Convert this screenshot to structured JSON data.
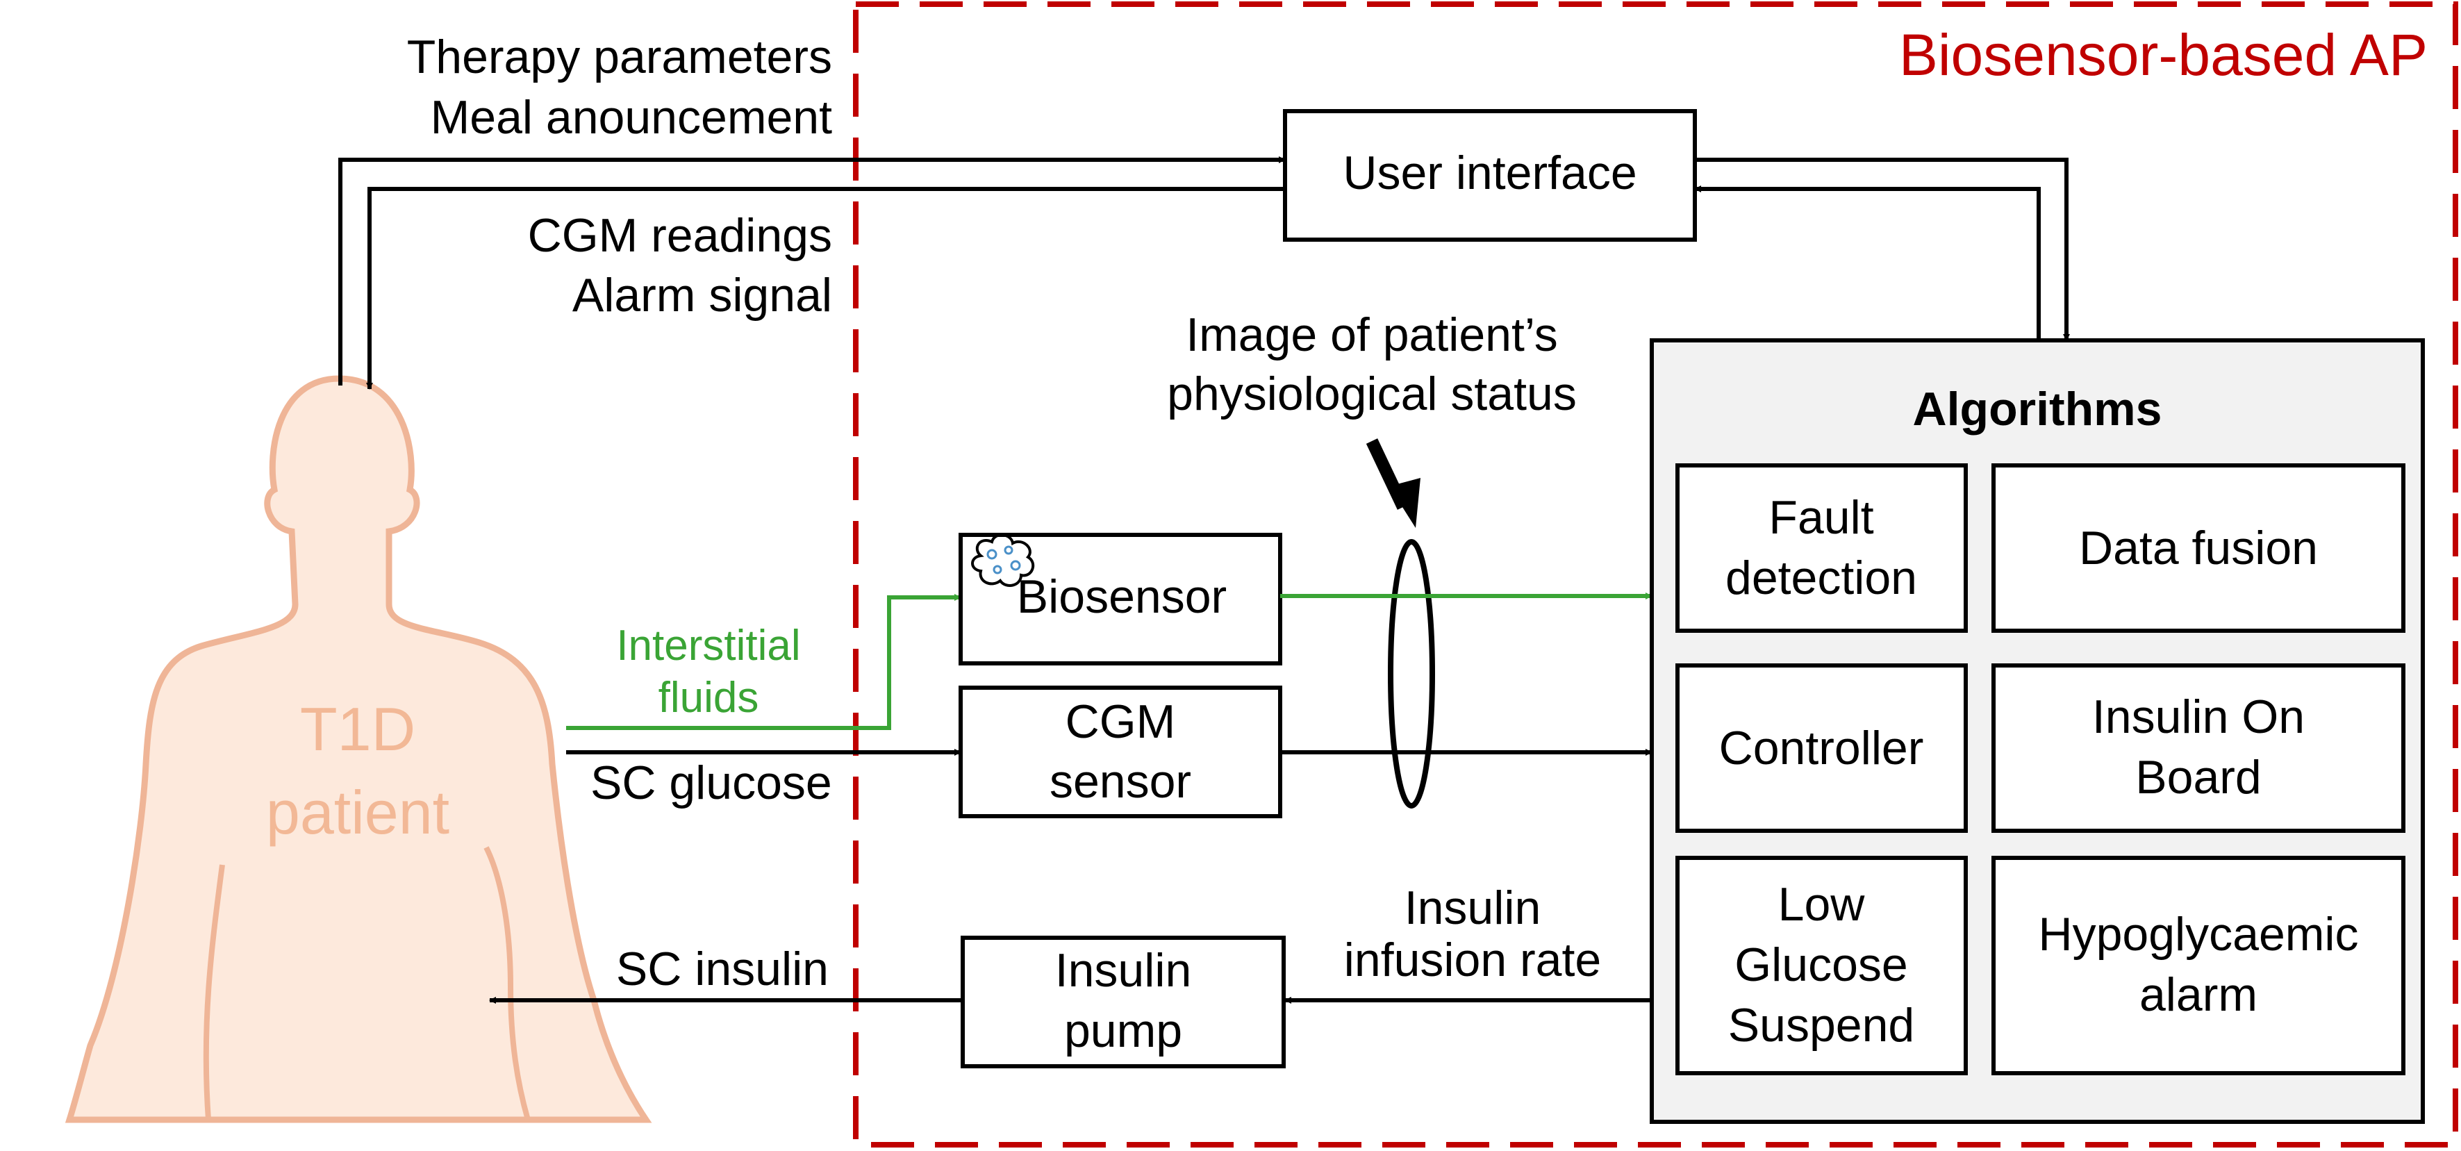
{
  "colors": {
    "accent_red": "#c00000",
    "green": "#3aa435",
    "patient_stroke": "#efb597",
    "patient_fill": "#fde9dc",
    "patient_text": "#f2b896",
    "algorithms_fill": "#f2f2f2"
  },
  "title": "Biosensor-based AP",
  "patient": {
    "line1": "T1D",
    "line2": "patient"
  },
  "labels": {
    "therapy_parameters": "Therapy parameters",
    "meal_announcement": "Meal anouncement",
    "cgm_readings": "CGM readings",
    "alarm_signal": "Alarm signal",
    "image_line1": "Image of patient’s",
    "image_line2": "physiological status",
    "interstitial_line1": "Interstitial",
    "interstitial_line2": "fluids",
    "sc_glucose": "SC glucose",
    "sc_insulin": "SC insulin",
    "infusion_line1": "Insulin",
    "infusion_line2": "infusion rate"
  },
  "boxes": {
    "user_interface": "User interface",
    "biosensor": "Biosensor",
    "cgm_line1": "CGM",
    "cgm_line2": "sensor",
    "pump_line1": "Insulin",
    "pump_line2": "pump"
  },
  "algorithms": {
    "title": "Algorithms",
    "fault_line1": "Fault",
    "fault_line2": "detection",
    "data_fusion": "Data fusion",
    "controller": "Controller",
    "iob_line1": "Insulin On",
    "iob_line2": "Board",
    "lgs_line1": "Low",
    "lgs_line2": "Glucose",
    "lgs_line3": "Suspend",
    "hypo_line1": "Hypoglycaemic",
    "hypo_line2": "alarm"
  }
}
